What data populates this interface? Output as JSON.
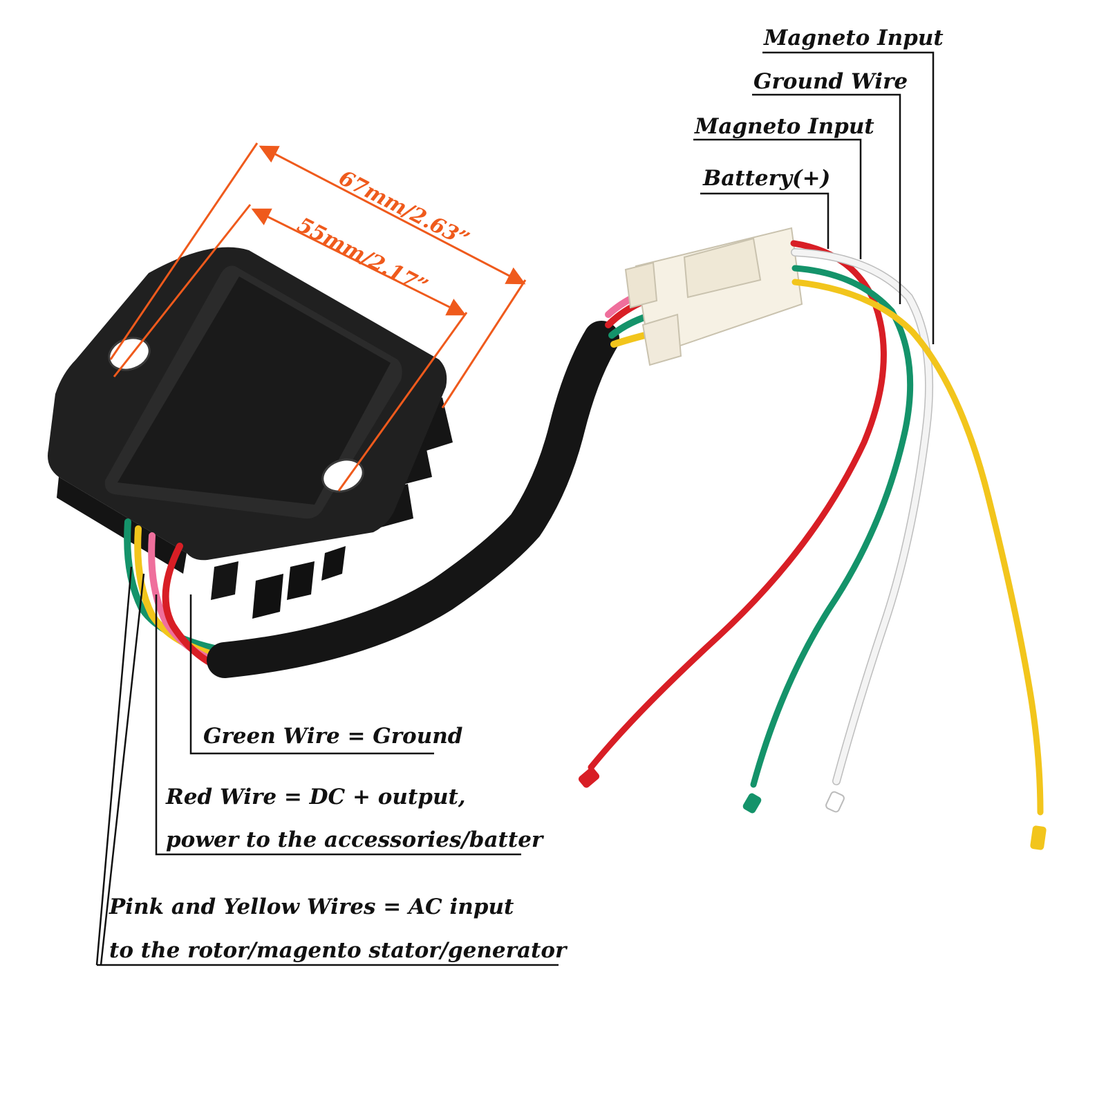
{
  "colors": {
    "dimension": "#ef5a1c",
    "body": "#1c1c1c",
    "wire_red": "#d81e25",
    "wire_green": "#14936a",
    "wire_white": "#f4f4f4",
    "wire_yellow": "#f2c51c",
    "wire_pink": "#ef6f9c",
    "connector": "#f6f1e4",
    "leader": "#111111"
  },
  "dimensions": {
    "outer": "67mm/2.63”",
    "inner": "55mm/2.17”"
  },
  "connector_labels": {
    "magneto_input_top": "Magneto Input",
    "ground_wire": "Ground Wire",
    "magneto_input": "Magneto Input",
    "battery": "Battery(+)"
  },
  "wire_notes": {
    "green": "Green Wire = Ground",
    "red_line1": "Red Wire = DC + output,",
    "red_line2": "power to the accessories/batter",
    "pink_yellow_line1": "Pink and Yellow Wires = AC input",
    "pink_yellow_line2": "to the rotor/magento stator/generator"
  },
  "icons": {
    "regulator": "voltage-regulator-body",
    "plug": "connector-plug"
  }
}
